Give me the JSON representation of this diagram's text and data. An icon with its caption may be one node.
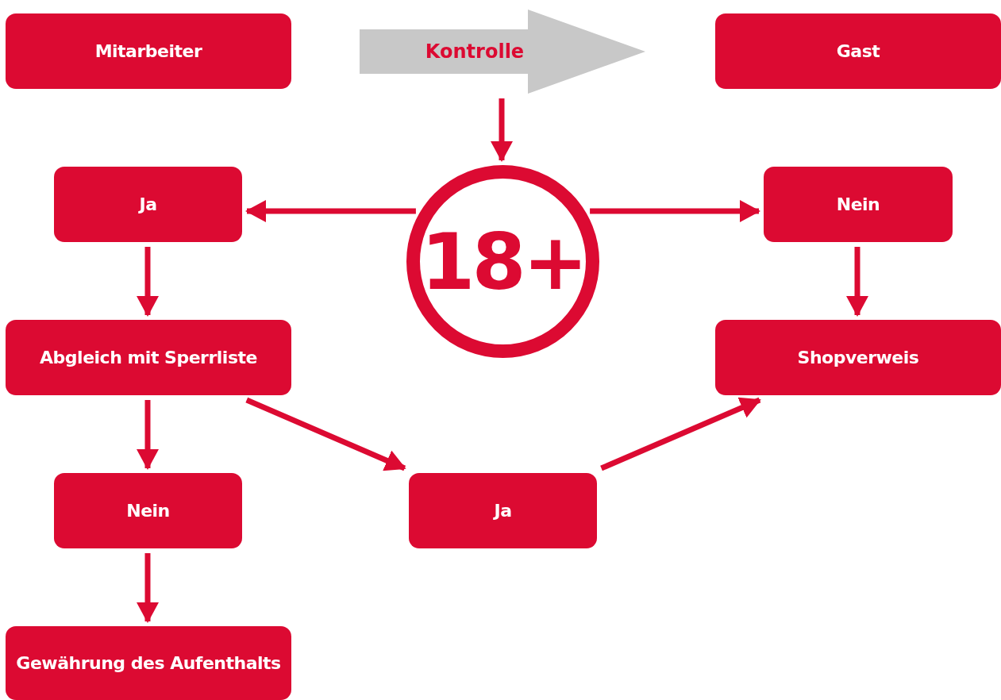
{
  "diagram": {
    "nodes": [
      {
        "text": [
          "Mitarbeiter"
        ]
      },
      {
        "text": [
          "Kontrolle"
        ]
      },
      {
        "text": [
          "Gast"
        ]
      },
      {
        "text": [
          "18+"
        ]
      },
      {
        "text": [
          "Ja"
        ]
      },
      {
        "text": [
          "Nein"
        ]
      },
      {
        "text": [
          "Abgleich mit Sperrliste"
        ]
      },
      {
        "text": [
          "Shopverweis"
        ]
      },
      {
        "text": [
          "Nein"
        ]
      },
      {
        "text": [
          "Ja"
        ]
      },
      {
        "text": [
          "Gewährung des Aufenthalts"
        ]
      }
    ],
    "edges": [
      {
        "from": 1,
        "to": 3,
        "arrow": "to"
      },
      {
        "from": 3,
        "to": 4,
        "arrow": "to"
      },
      {
        "from": 3,
        "to": 5,
        "arrow": "to"
      },
      {
        "from": 4,
        "to": 6,
        "arrow": "to"
      },
      {
        "from": 5,
        "to": 7,
        "arrow": "to"
      },
      {
        "from": 6,
        "to": 8,
        "arrow": "to"
      },
      {
        "from": 6,
        "to": 9,
        "arrow": "to"
      },
      {
        "from": 9,
        "to": 7,
        "arrow": "to"
      },
      {
        "from": 8,
        "to": 10,
        "arrow": "to"
      }
    ]
  }
}
